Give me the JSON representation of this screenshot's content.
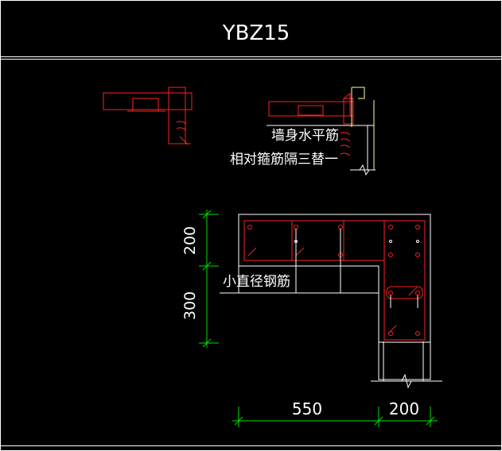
{
  "title": "YBZ15",
  "annotations": {
    "wall_horizontal_bar": "墙身水平筋",
    "stirrup_note": "相对箍筋隔三替一",
    "small_dia_bar": "小直径钢筋"
  },
  "dimensions": {
    "left_upper": "200",
    "left_lower": "300",
    "bottom_left": "550",
    "bottom_right": "200"
  },
  "colors": {
    "background": "#000000",
    "frame": "#ffffff",
    "rebar": "#ff2020",
    "dimension": "#00e000",
    "wall_outline": "#ffff99",
    "text": "#ffffff"
  }
}
